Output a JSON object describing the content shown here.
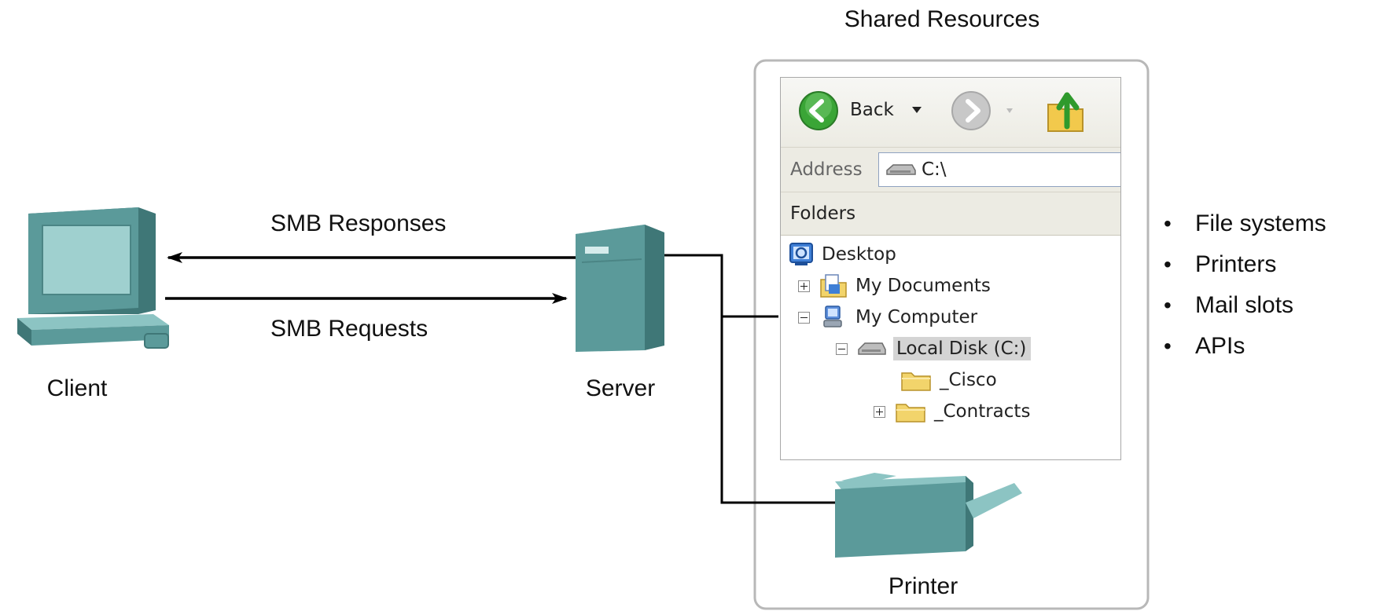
{
  "title": "Shared Resources",
  "client": {
    "label": "Client"
  },
  "server": {
    "label": "Server"
  },
  "printer": {
    "label": "Printer"
  },
  "arrows": {
    "responses": "SMB Responses",
    "requests": "SMB Requests"
  },
  "explorer": {
    "back_label": "Back",
    "address_label": "Address",
    "address_value": "C:\\",
    "folders_label": "Folders",
    "tree": [
      {
        "label": "Desktop",
        "icon": "desktop-icon"
      },
      {
        "label": "My Documents",
        "icon": "my-documents-icon",
        "expander": "plus"
      },
      {
        "label": "My Computer",
        "icon": "my-computer-icon",
        "expander": "minus"
      },
      {
        "label": "Local Disk (C:)",
        "icon": "disk-drive-icon",
        "expander": "minus",
        "selected": true
      },
      {
        "label": "_Cisco",
        "icon": "folder-icon"
      },
      {
        "label": "_Contracts",
        "icon": "folder-icon",
        "expander": "plus"
      }
    ]
  },
  "resources": [
    "File systems",
    "Printers",
    "Mail slots",
    "APIs"
  ],
  "colors": {
    "device_face": "#5b9a9a",
    "device_top": "#8cc4c3",
    "device_side": "#3f7777",
    "back_button": "#3aa536",
    "folder": "#f2d46b"
  }
}
